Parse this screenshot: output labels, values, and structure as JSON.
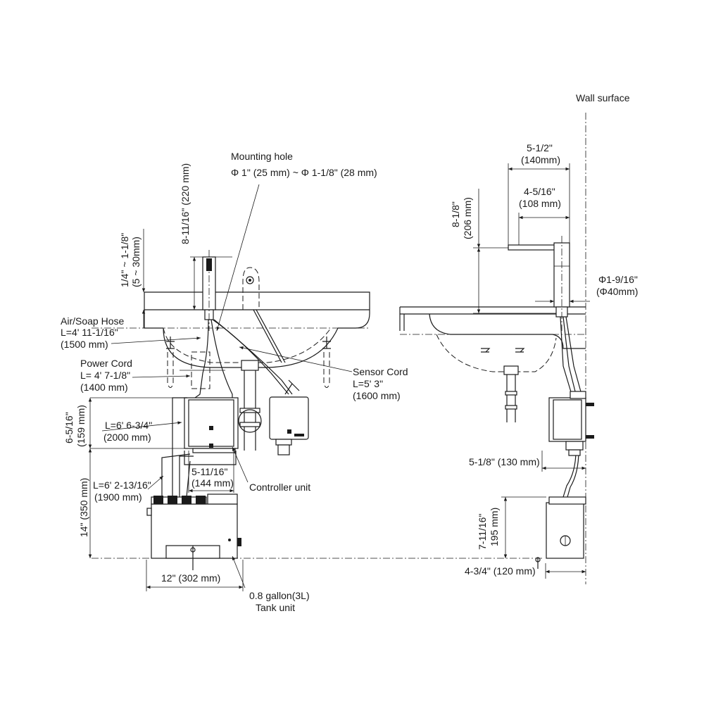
{
  "labels": {
    "wall_surface": "Wall surface",
    "mounting_hole_title": "Mounting hole",
    "mounting_hole_dims": "Φ 1\" (25 mm) ~ Φ 1-1/8\" (28 mm)",
    "faucet_height": "8-11/16\" (220 mm)",
    "deck_thickness_1": "1/4\" ~ 1-1/8\"",
    "deck_thickness_2": "(5 ~ 30mm)",
    "air_soap_hose_1": "Air/Soap Hose",
    "air_soap_hose_2": "L=4' 11-1/16\"",
    "air_soap_hose_3": "(1500 mm)",
    "power_cord_1": "Power Cord",
    "power_cord_2": "L= 4' 7-1/8\"",
    "power_cord_3": "(1400 mm)",
    "sensor_cord_1": "Sensor Cord",
    "sensor_cord_2": "L=5' 3\"",
    "sensor_cord_3": "(1600 mm)",
    "controller_height_1": "6-5/16\"",
    "controller_height_2": "(159 mm)",
    "cord_2000_1": "L=6' 6-3/4\"",
    "cord_2000_2": "(2000 mm)",
    "tank_height_1": "14\" (350 mm)",
    "cord_1900_1": "L=6' 2-13/16\"",
    "cord_1900_2": "(1900 mm)",
    "controller_width_1": "5-11/16\"",
    "controller_width_2": "(144 mm)",
    "controller_unit": "Controller unit",
    "tank_width": "12\" (302 mm)",
    "tank_capacity": "0.8 gallon(3L)",
    "tank_unit": "Tank unit",
    "spout_reach_1": "5-1/2\"",
    "spout_reach_2": "(140mm)",
    "spout_inner_1": "4-5/16\"",
    "spout_inner_2": "(108 mm)",
    "side_height_1": "8-1/8\"",
    "side_height_2": "(206 mm)",
    "body_diameter_1": "Φ1-9/16\"",
    "body_diameter_2": "(Φ40mm)",
    "wall_offset": "5-1/8\" (130 mm)",
    "tank_side_height_1": "7-11/16\"",
    "tank_side_height_2": "195 mm)",
    "tank_depth": "4-3/4\" (120 mm)"
  }
}
